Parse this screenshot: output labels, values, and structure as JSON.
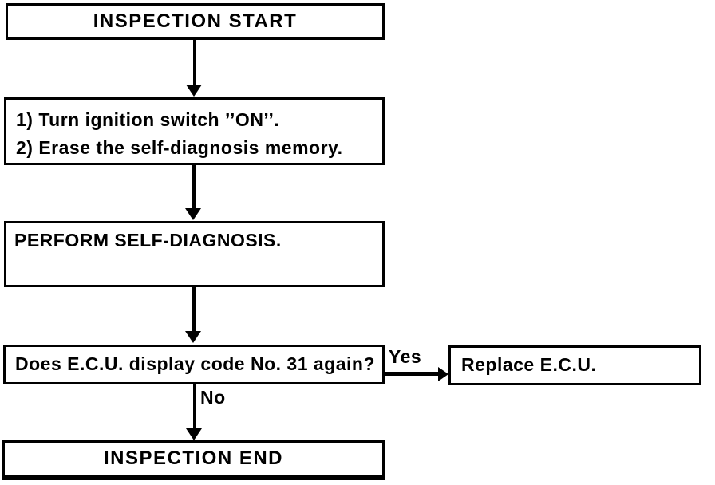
{
  "flowchart": {
    "nodes": {
      "start": {
        "label": "INSPECTION START"
      },
      "prepare": {
        "line1": "1) Turn ignition switch ’’ON’’.",
        "line2": "2) Erase the self-diagnosis memory."
      },
      "perform": {
        "label": "PERFORM SELF-DIAGNOSIS."
      },
      "decision": {
        "label": "Does E.C.U. display code No. 31 again?"
      },
      "replace": {
        "label": "Replace E.C.U."
      },
      "end": {
        "label": "INSPECTION END"
      }
    },
    "branch_labels": {
      "yes": "Yes",
      "no": "No"
    },
    "colors": {
      "line": "#000000",
      "background": "#ffffff"
    }
  }
}
